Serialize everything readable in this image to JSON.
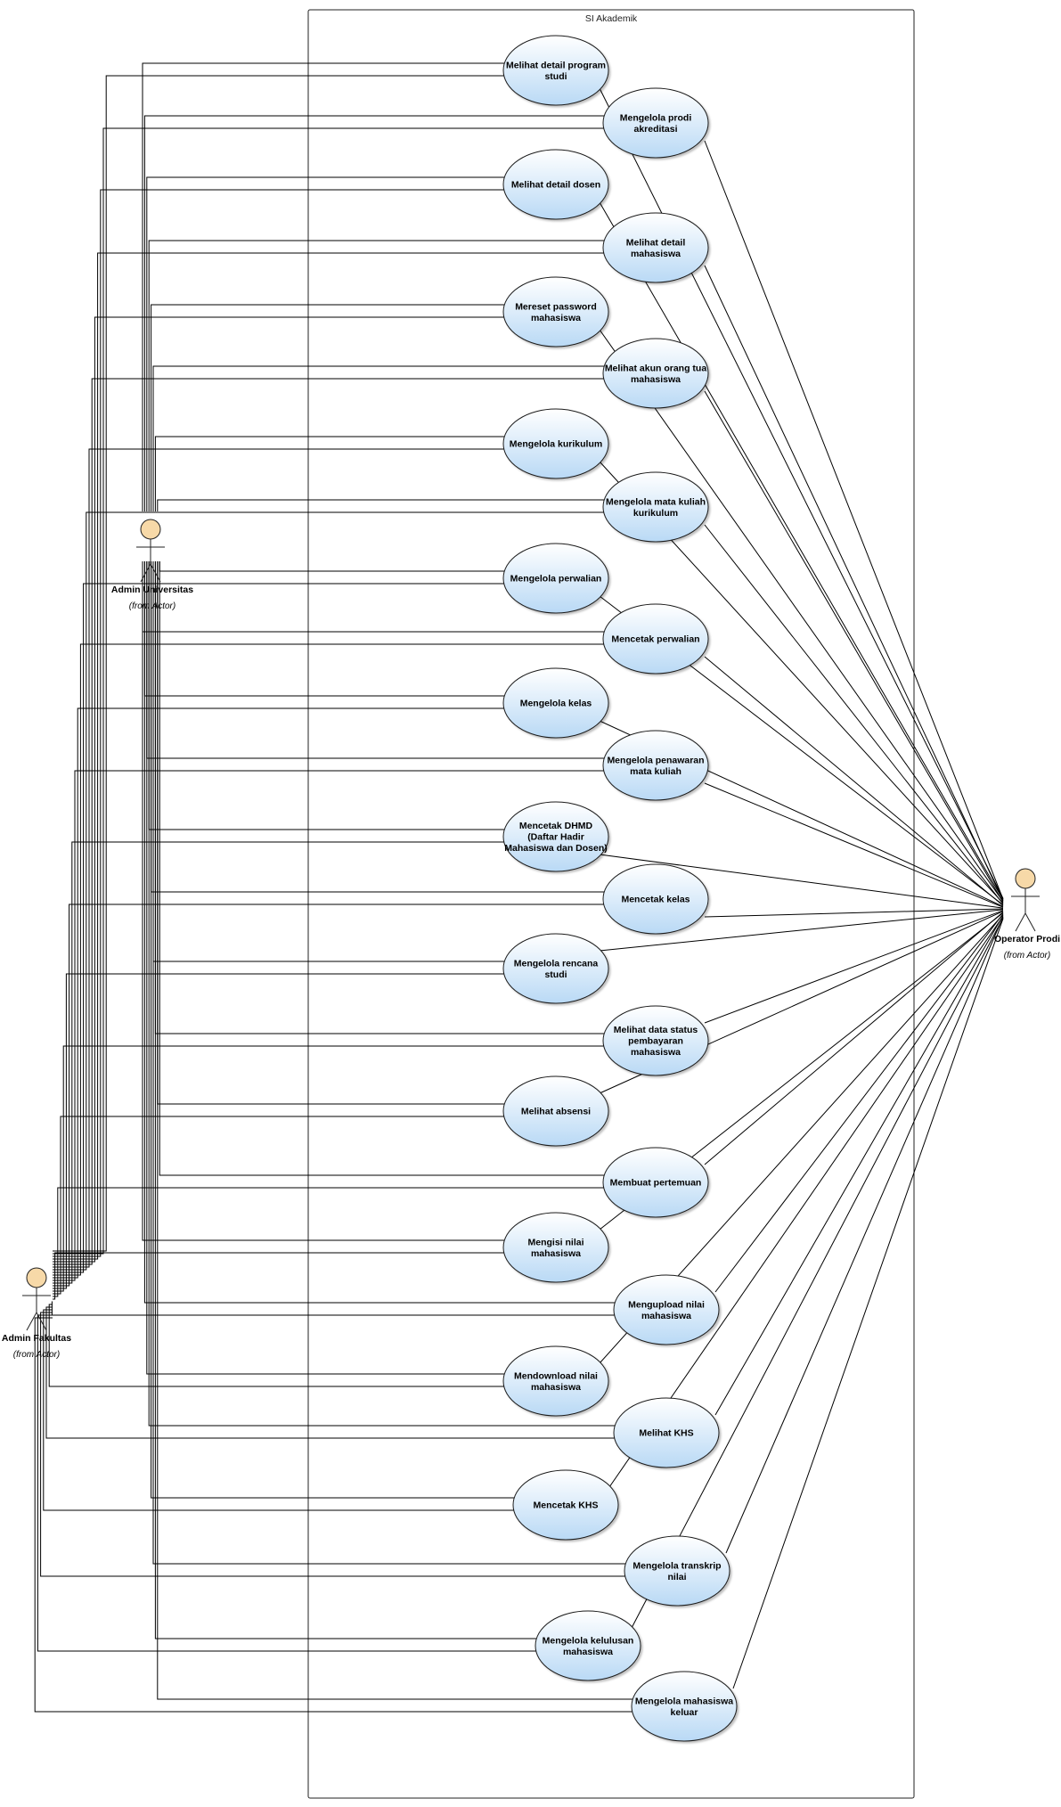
{
  "system": {
    "title": "SI Akademik"
  },
  "actors": {
    "admin_universitas": {
      "name": "Admin Universitas",
      "from": "(from Actor)"
    },
    "admin_fakultas": {
      "name": "Admin Fakultas",
      "from": "(from Actor)"
    },
    "operator_prodi": {
      "name": "Operator Prodi",
      "from": "(from Actor)"
    }
  },
  "use_cases": [
    {
      "lines": [
        "Melihat detail program",
        "studi"
      ]
    },
    {
      "lines": [
        "Mengelola prodi",
        "akreditasi"
      ]
    },
    {
      "lines": [
        "Melihat detail dosen"
      ]
    },
    {
      "lines": [
        "Melihat detail",
        "mahasiswa"
      ]
    },
    {
      "lines": [
        "Mereset password",
        "mahasiswa"
      ]
    },
    {
      "lines": [
        "Melihat akun orang tua",
        "mahasiswa"
      ]
    },
    {
      "lines": [
        "Mengelola kurikulum"
      ]
    },
    {
      "lines": [
        "Mengelola mata kuliah",
        "kurikulum"
      ]
    },
    {
      "lines": [
        "Mengelola perwalian"
      ]
    },
    {
      "lines": [
        "Mencetak perwalian"
      ]
    },
    {
      "lines": [
        "Mengelola kelas"
      ]
    },
    {
      "lines": [
        "Mengelola penawaran",
        "mata kuliah"
      ]
    },
    {
      "lines": [
        "Mencetak DHMD",
        "(Daftar Hadir",
        "Mahasiswa dan Dosen)"
      ]
    },
    {
      "lines": [
        "Mencetak kelas"
      ]
    },
    {
      "lines": [
        "Mengelola rencana",
        "studi"
      ]
    },
    {
      "lines": [
        "Melihat data status",
        "pembayaran",
        "mahasiswa"
      ]
    },
    {
      "lines": [
        "Melihat absensi"
      ]
    },
    {
      "lines": [
        "Membuat pertemuan"
      ]
    },
    {
      "lines": [
        "Mengisi nilai",
        "mahasiswa"
      ]
    },
    {
      "lines": [
        "Mengupload nilai",
        "mahasiswa"
      ]
    },
    {
      "lines": [
        "Mendownload nilai",
        "mahasiswa"
      ]
    },
    {
      "lines": [
        "Melihat KHS"
      ]
    },
    {
      "lines": [
        "Mencetak KHS"
      ]
    },
    {
      "lines": [
        "Mengelola transkrip",
        "nilai"
      ]
    },
    {
      "lines": [
        "Mengelola kelulusan",
        "mahasiswa"
      ]
    },
    {
      "lines": [
        "Mengelola mahasiswa",
        "keluar"
      ]
    }
  ],
  "colors": {
    "ellipse_fill_top": "#ffffff",
    "ellipse_fill_bottom": "#b9d9f5",
    "ellipse_stroke": "#1a1a1a",
    "actor_head_fill": "#f7d9a8",
    "line": "#000000"
  }
}
